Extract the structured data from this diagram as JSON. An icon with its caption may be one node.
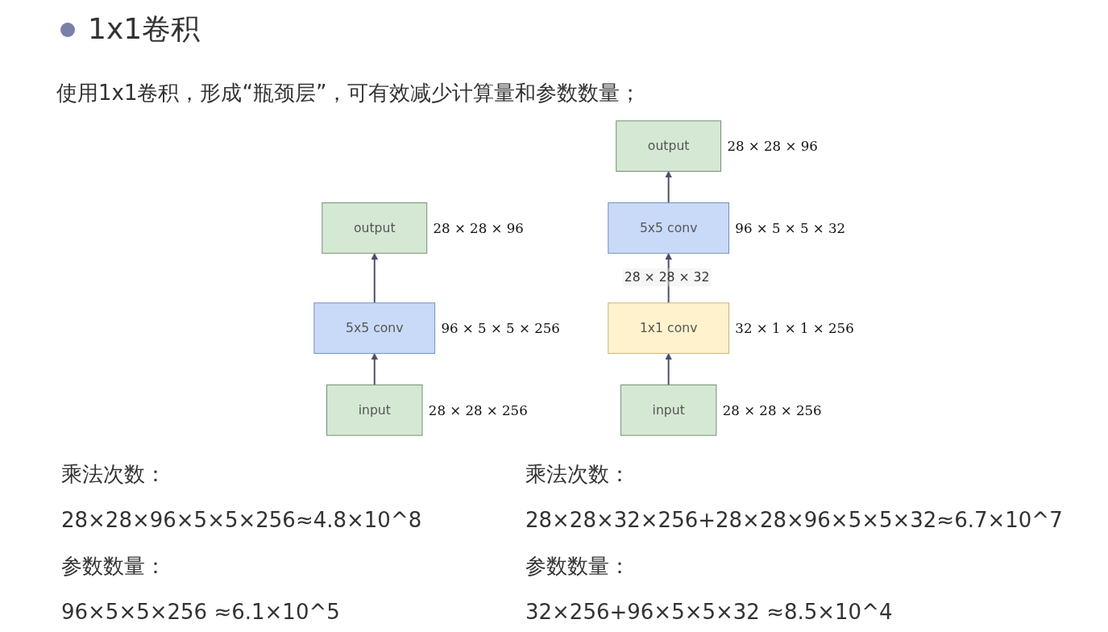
{
  "diagram": {
    "title": "1x1卷积",
    "nodes": [
      {
        "text": [
          "output"
        ],
        "beside": [
          "28 × 28 × 96"
        ]
      },
      {
        "text": [
          "5x5 conv"
        ],
        "beside": [
          "96 × 5 × 5 × 256"
        ]
      },
      {
        "text": [
          "input"
        ],
        "beside": [
          "28 × 28 × 256"
        ]
      },
      {
        "text": [
          "output"
        ],
        "beside": [
          "28 × 28 × 96"
        ]
      },
      {
        "text": [
          "5x5 conv"
        ],
        "beside": [
          "96 × 5 × 5 × 32"
        ]
      },
      {
        "text": [
          "1x1 conv"
        ],
        "beside": [
          "32 × 1 × 1 × 256"
        ]
      },
      {
        "text": [
          "input"
        ],
        "beside": [
          "28 × 28 × 256"
        ]
      }
    ],
    "edges": [
      {
        "from": 2,
        "to": 1,
        "arrow": "to"
      },
      {
        "from": 1,
        "to": 0,
        "arrow": "to"
      },
      {
        "from": 6,
        "to": 5,
        "arrow": "to"
      },
      {
        "from": 5,
        "to": 4,
        "arrow": "to",
        "label": "28 × 28 × 32"
      },
      {
        "from": 4,
        "to": 3,
        "arrow": "to"
      }
    ],
    "labels": [
      "使用1x1卷积，形成“瓶颈层”，可有效减少计算量和参数数量；",
      "乘法次数：",
      "28×28×96×5×5×256≈4.8×10^8",
      "参数数量：",
      "96×5×5×256 ≈6.1×10^5",
      "乘法次数：",
      "28×28×32×256+28×28×96×5×5×32≈6.7×10^7",
      "参数数量：",
      "32×256+96×5×5×32 ≈8.5×10^4"
    ]
  }
}
